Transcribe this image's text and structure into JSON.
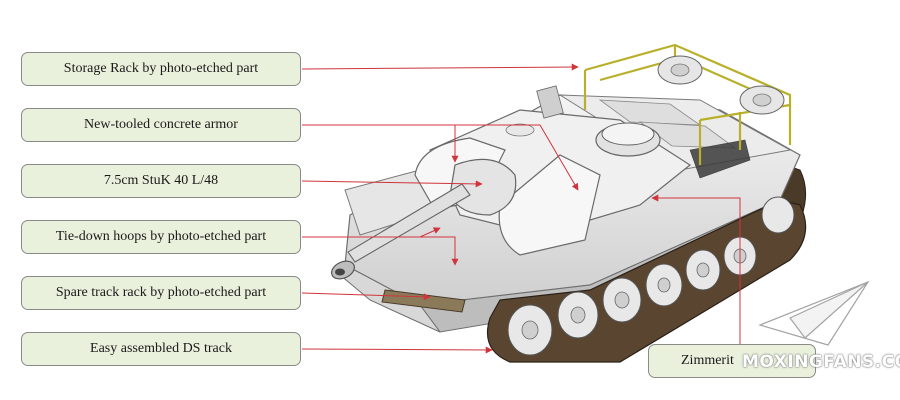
{
  "callouts": [
    {
      "id": "storage-rack",
      "label": "Storage Rack by photo-etched part"
    },
    {
      "id": "concrete-armor",
      "label": "New-tooled concrete armor"
    },
    {
      "id": "main-gun",
      "label": "7.5cm StuK 40 L/48"
    },
    {
      "id": "tie-down-hoops",
      "label": "Tie-down hoops by photo-etched part"
    },
    {
      "id": "spare-track-rack",
      "label": "Spare track rack by photo-etched part"
    },
    {
      "id": "ds-track",
      "label": "Easy assembled DS track"
    },
    {
      "id": "zimmerit",
      "label": "Zimmerit"
    }
  ],
  "watermark": "MOXINGFANS.COM",
  "colors": {
    "leader_line": "#d0343c",
    "callout_fill": "#e9f0dc",
    "callout_border": "#8a8a86",
    "storage_rack": "#b8b02a"
  }
}
